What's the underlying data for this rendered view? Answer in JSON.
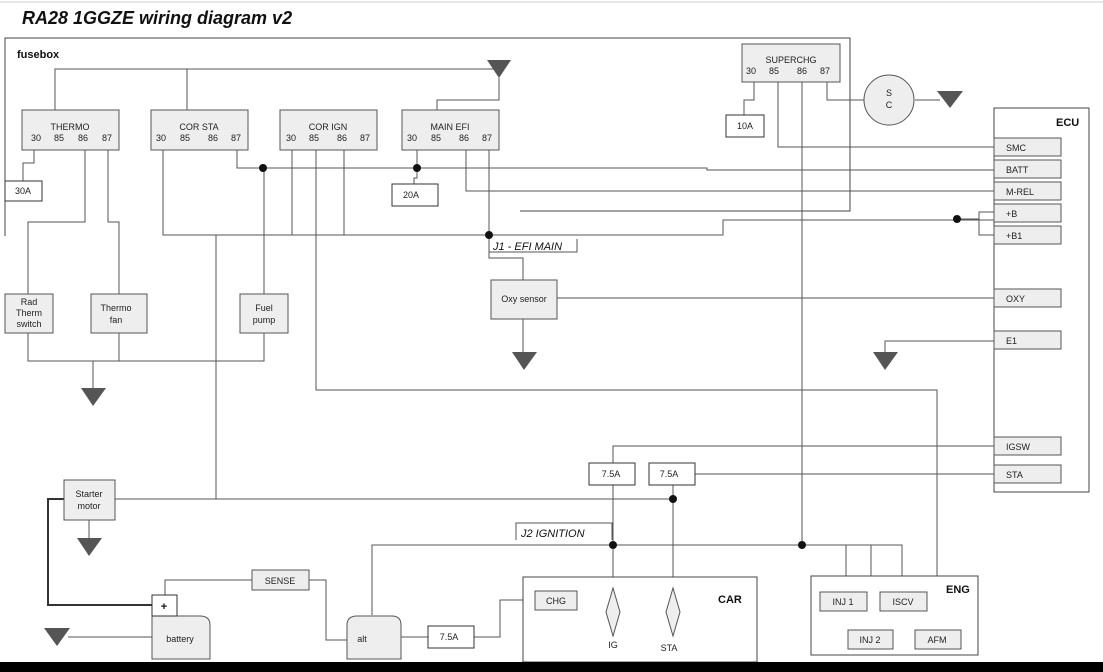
{
  "title": "RA28 1GGZE wiring diagram v2",
  "regions": {
    "fusebox": "fusebox",
    "ecu": "ECU",
    "car": "CAR",
    "eng": "ENG"
  },
  "relays": {
    "thermo": {
      "name": "THERMO",
      "pins": [
        "30",
        "85",
        "86",
        "87"
      ]
    },
    "cor_sta": {
      "name": "COR STA",
      "pins": [
        "30",
        "85",
        "86",
        "87"
      ]
    },
    "cor_ign": {
      "name": "COR IGN",
      "pins": [
        "30",
        "85",
        "86",
        "87"
      ]
    },
    "main_efi": {
      "name": "MAIN EFI",
      "pins": [
        "30",
        "85",
        "86",
        "87"
      ]
    },
    "superchg": {
      "name": "SUPERCHG",
      "pins": [
        "30",
        "85",
        "86",
        "87"
      ]
    }
  },
  "fuses": {
    "f30a": "30A",
    "f20a": "20A",
    "f10a": "10A",
    "f75_ig": "7.5A",
    "f75_sta": "7.5A",
    "f75_alt": "7.5A"
  },
  "components": {
    "sc_top": "S",
    "sc_bottom": "C",
    "rad_therm": [
      "Rad",
      "Therm",
      "switch"
    ],
    "thermo_fan": [
      "Thermo",
      "fan"
    ],
    "fuel_pump": [
      "Fuel",
      "pump"
    ],
    "oxy_sensor": "Oxy sensor",
    "starter_motor": [
      "Starter",
      "motor"
    ],
    "battery": "battery",
    "battery_plus": "+",
    "sense": "SENSE",
    "alt": "alt",
    "chg": "CHG",
    "ig": "IG",
    "sta": "STA"
  },
  "ecu_pins": [
    "SMC",
    "BATT",
    "M-REL",
    "+B",
    "+B1",
    "OXY",
    "E1",
    "IGSW",
    "STA"
  ],
  "eng_parts": {
    "inj1": "INJ 1",
    "iscv": "ISCV",
    "inj2": "INJ 2",
    "afm": "AFM"
  },
  "junctions": {
    "j1": "J1 - EFI MAIN",
    "j2": "J2 IGNITION"
  }
}
